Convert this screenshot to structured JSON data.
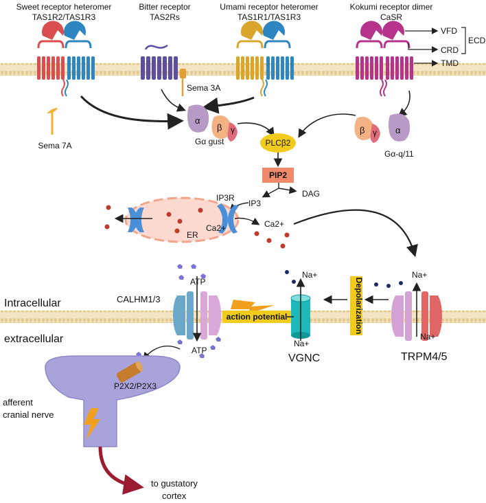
{
  "receptors": {
    "sweet_title": "Sweet receptor heteromer",
    "sweet_sub": "TAS1R2/TAS1R3",
    "bitter_title": "Bitter receptor",
    "bitter_sub": "TAS2Rs",
    "umami_title": "Umami receptor heteromer",
    "umami_sub": "TAS1R1/TAS1R3",
    "kokumi_title": "Kokumi receptor dimer",
    "kokumi_sub": "CaSR"
  },
  "casr_domains": {
    "vfd": "VFD",
    "crd": "CRD",
    "tmd": "TMD",
    "ecd": "ECD"
  },
  "signaling": {
    "sema3a": "Sema 3A",
    "sema7a": "Sema 7A",
    "alpha": "α",
    "beta": "β",
    "gamma": "γ",
    "ggust": "Gα gust",
    "gq": "Gα-q/11",
    "plc": "PLCβ2",
    "pip2": "PIP2",
    "dag": "DAG",
    "ip3": "IP3",
    "ip3r": "IP3R",
    "ca_er": "Ca2+",
    "ca_cyt": "Ca2+",
    "er": "ER"
  },
  "membrane2": {
    "intracellular": "Intracellular",
    "extracellular": "extracellular",
    "calhm": "CALHM1/3",
    "atp_in": "ATP",
    "atp_out": "ATP",
    "action_potential": "action potential",
    "depolarization": "Depolarization",
    "vgnc": "VGNC",
    "na_vgnc_in": "Na+",
    "na_vgnc_out": "Na+",
    "na_trpm_in": "Na+",
    "na_trpm_out": "Na+",
    "trpm": "TRPM4/5"
  },
  "nerve": {
    "p2x": "P2X2/P2X3",
    "afferent_1": "afferent",
    "afferent_2": "cranial nerve",
    "target_1": "to gustatory",
    "target_2": "cortex"
  },
  "colors": {
    "membrane": "#f3e5c3",
    "membrane_head": "#e9cf97",
    "sweet_red": "#d94e4e",
    "sweet_blue": "#2e86c1",
    "bitter": "#5b4ea3",
    "umami": "#d9a62b",
    "kokumi": "#b5338a",
    "g_alpha": "#b89ac7",
    "g_beta": "#f4b183",
    "g_gamma": "#e06b7a",
    "plc": "#f2cc1c",
    "pip2": "#f08a6a",
    "er_fill": "#fbd9cf",
    "er_edge": "#f1a58c",
    "channel_blue": "#4a90d9",
    "vgnc": "#1fb8b8",
    "trpm_pink": "#d4a3d6",
    "trpm_red": "#e06666",
    "calhm_blue": "#6aa7c9",
    "calhm_pink": "#d9a8d9",
    "label_yellow": "#f2cc1c",
    "nerve": "#a9a3dc",
    "arrow_red": "#9b1b30",
    "ca_dot": "#c0392b",
    "na_dot": "#1f2a6b",
    "atp": "#7b74d8"
  }
}
